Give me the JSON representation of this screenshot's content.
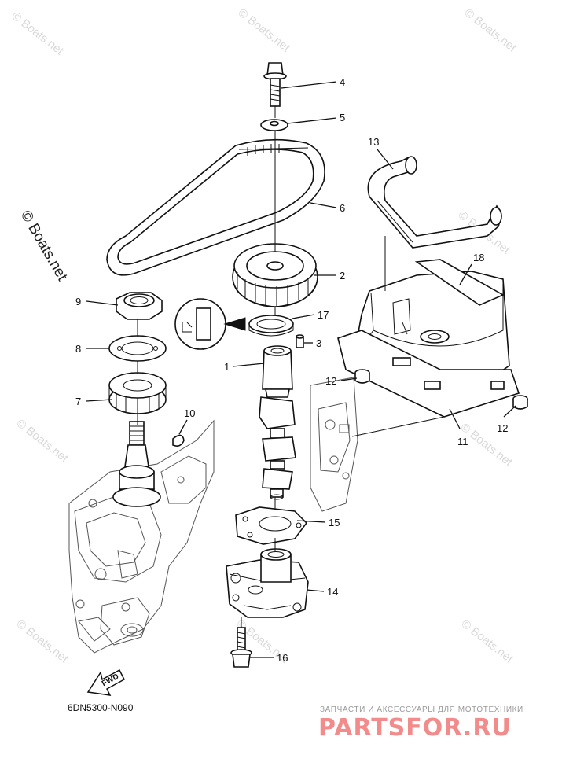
{
  "diagram": {
    "code": "6DN5300-N090",
    "direction_label": "FWD",
    "callouts": [
      "1",
      "2",
      "3",
      "4",
      "5",
      "6",
      "7",
      "8",
      "9",
      "10",
      "11",
      "12",
      "12",
      "13",
      "14",
      "15",
      "16",
      "17",
      "18"
    ]
  },
  "watermarks": {
    "text": "© Boats.net",
    "side_text": "© Boats.net"
  },
  "branding": {
    "tagline": "ЗАПЧАСТИ И АКСЕССУАРЫ ДЛЯ МОТОТЕХНИКИ",
    "logo": "PARTSFOR.RU",
    "logo_color": "#f28b8b"
  }
}
